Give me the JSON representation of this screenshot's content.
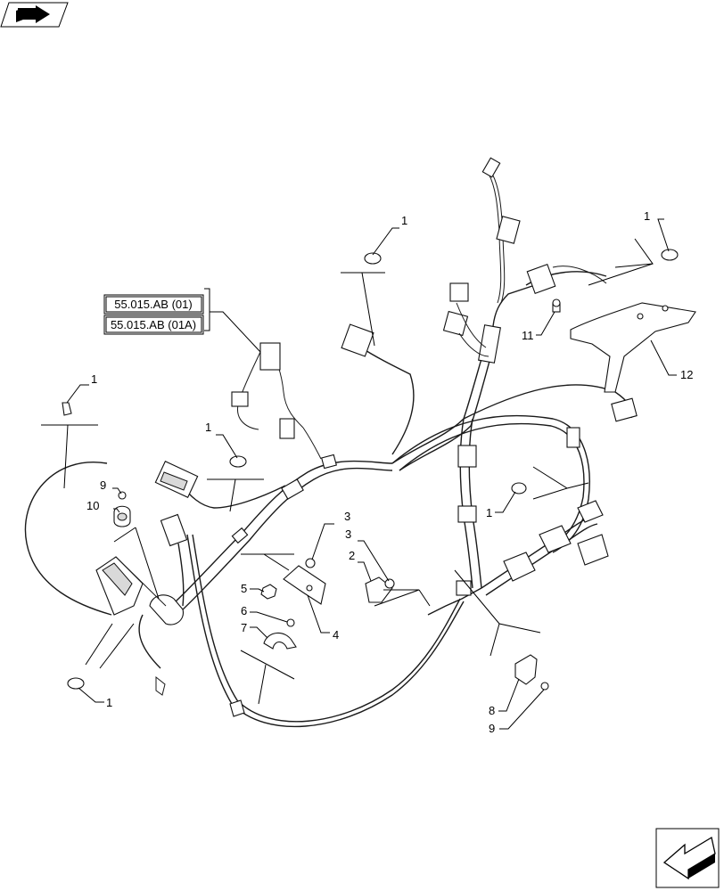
{
  "references": [
    "55.015.AB (01)",
    "55.015.AB (01A)"
  ],
  "callouts": {
    "c1a": "1",
    "c1b": "1",
    "c1c": "1",
    "c1d": "1",
    "c1e": "1",
    "c1f": "1",
    "c2": "2",
    "c3a": "3",
    "c3b": "3",
    "c4": "4",
    "c5": "5",
    "c6": "6",
    "c7": "7",
    "c8": "8",
    "c9a": "9",
    "c9b": "9",
    "c10": "10",
    "c11": "11",
    "c12": "12"
  },
  "icons": {
    "top_left": "book-arrow-icon",
    "bottom_right": "next-page-arrow-icon"
  }
}
